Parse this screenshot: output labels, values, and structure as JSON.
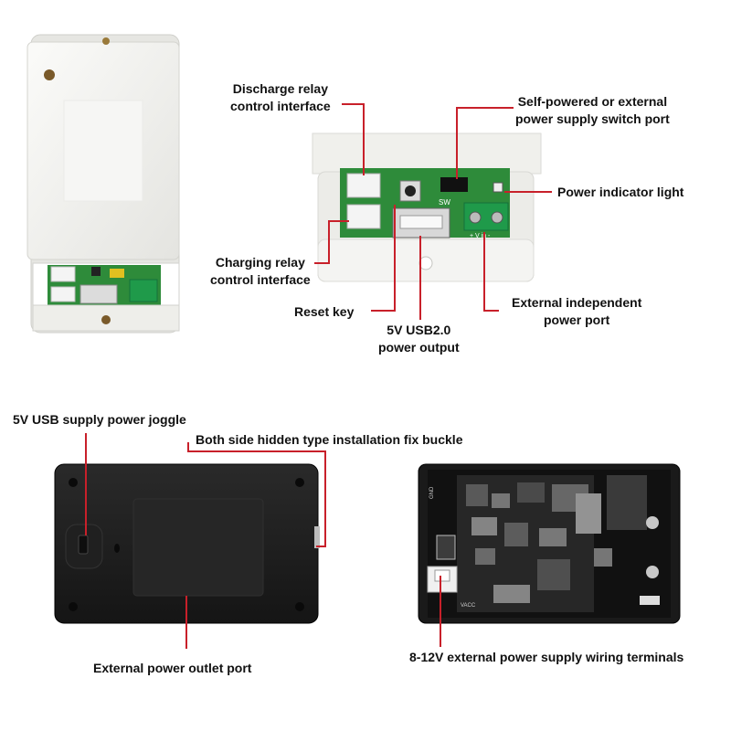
{
  "labels": {
    "discharge_relay": [
      "Discharge relay",
      "control interface"
    ],
    "self_powered_switch": [
      "Self-powered or external",
      "power supply switch port"
    ],
    "power_indicator": "Power indicator light",
    "charging_relay": [
      "Charging relay",
      "control interface"
    ],
    "external_independent_power": [
      "External independent",
      "power port"
    ],
    "reset_key": "Reset key",
    "usb_output": [
      "5V USB2.0",
      "power output"
    ],
    "usb_supply_joggle": "5V USB supply power joggle",
    "fix_buckle": "Both side hidden type installation fix buckle",
    "external_outlet": "External power outlet port",
    "wiring_terminals": "8-12V external power supply wiring terminals"
  },
  "board_marks": {
    "gnd": "GND",
    "vacc": "VACC",
    "sw": "SW",
    "vin": "+ V in -"
  },
  "colors": {
    "leader_line": "#c8202a",
    "pcb_green": "#2e8b3a",
    "terminal_green": "#1f9a4a",
    "case_white": "#f2f2ef",
    "case_black": "#1e1e1e"
  }
}
